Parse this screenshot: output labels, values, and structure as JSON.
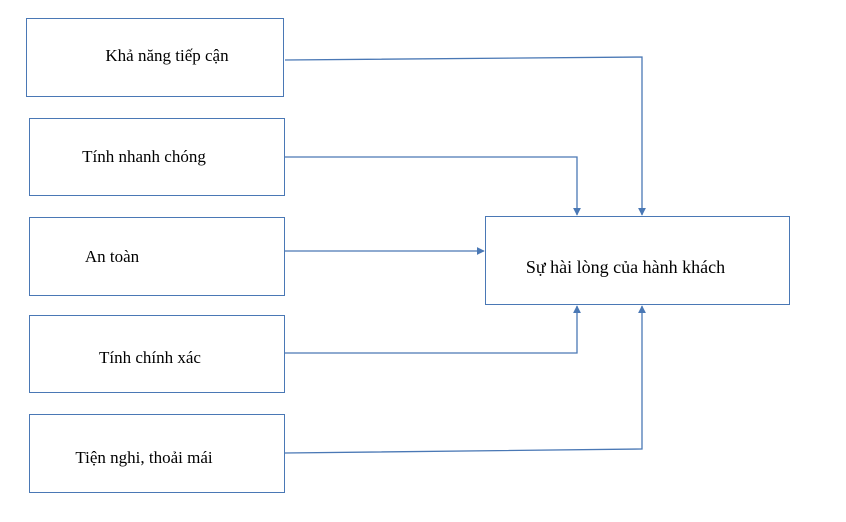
{
  "diagram": {
    "factors": [
      {
        "label": "Khả năng tiếp cận"
      },
      {
        "label": "Tính nhanh chóng"
      },
      {
        "label": "An toàn"
      },
      {
        "label": "Tính chính xác"
      },
      {
        "label": "Tiện nghi, thoải mái"
      }
    ],
    "target": {
      "label": "Sự hài lòng của hành khách"
    },
    "colors": {
      "line": "#4a78b5",
      "text": "#000000",
      "background": "#ffffff"
    }
  }
}
